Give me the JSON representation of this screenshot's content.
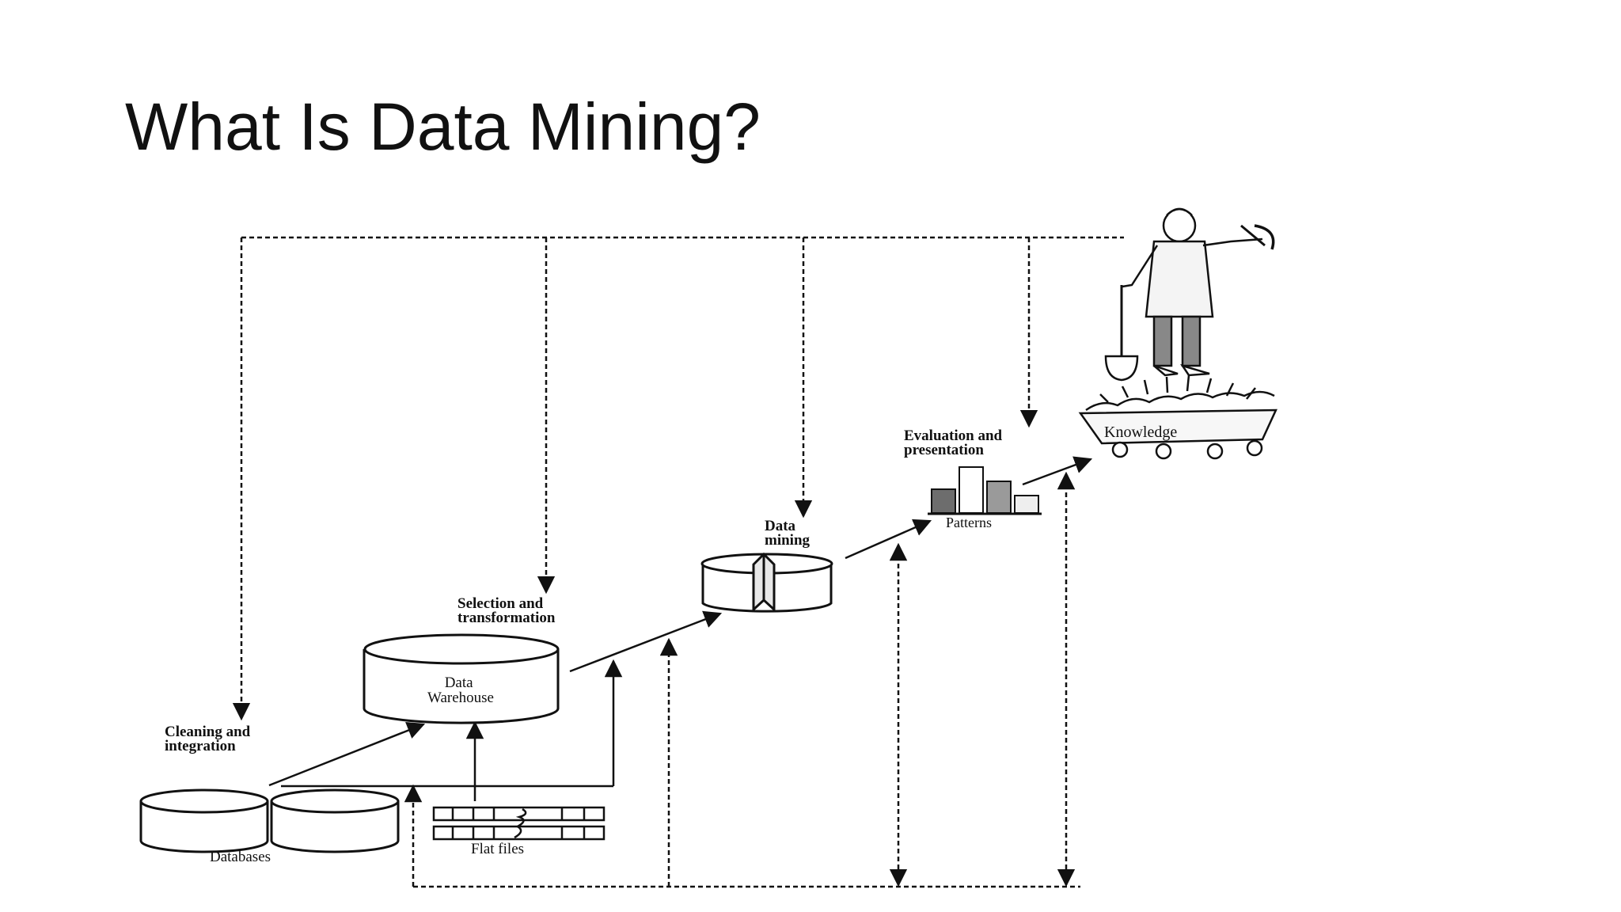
{
  "slide": {
    "title": "What Is Data Mining?"
  },
  "diagram": {
    "steps": {
      "cleaning": [
        "Cleaning and",
        "integration"
      ],
      "selection": [
        "Selection and",
        "transformation"
      ],
      "mining": [
        "Data",
        "mining"
      ],
      "evaluation": [
        "Evaluation and",
        "presentation"
      ]
    },
    "nodes": {
      "databases": "Databases",
      "flat_files": "Flat files",
      "warehouse": [
        "Data",
        "Warehouse"
      ],
      "patterns": "Patterns",
      "knowledge": "Knowledge"
    }
  }
}
